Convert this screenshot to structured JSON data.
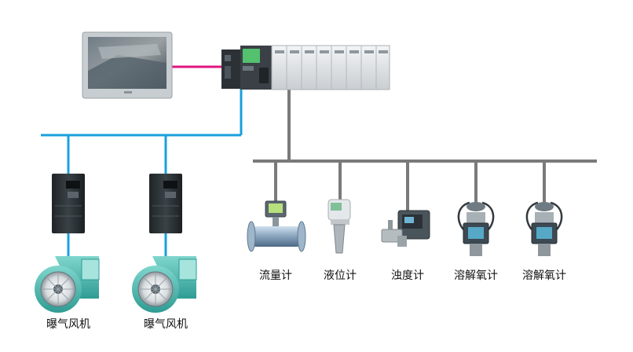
{
  "colors": {
    "ethernet": "#e0157f",
    "fieldbus": "#1aa0dc",
    "instrument_bus": "#7a7a7a",
    "device_dark": "#2f3438",
    "blower_body": "#48b9b0"
  },
  "devices": {
    "hmi": {
      "icon": "touch-panel-icon"
    },
    "plc": {
      "icon": "plc-rack-icon"
    },
    "drives": [
      {
        "icon": "vfd-drive-icon",
        "label": "曝气风机"
      },
      {
        "icon": "vfd-drive-icon",
        "label": "曝气风机"
      }
    ],
    "instruments": [
      {
        "icon": "flow-meter-icon",
        "label": "流量计"
      },
      {
        "icon": "level-meter-icon",
        "label": "液位计"
      },
      {
        "icon": "turbidity-meter-icon",
        "label": "浊度计"
      },
      {
        "icon": "do-meter-icon",
        "label": "溶解氧计"
      },
      {
        "icon": "do-meter-icon",
        "label": "溶解氧计"
      }
    ]
  }
}
